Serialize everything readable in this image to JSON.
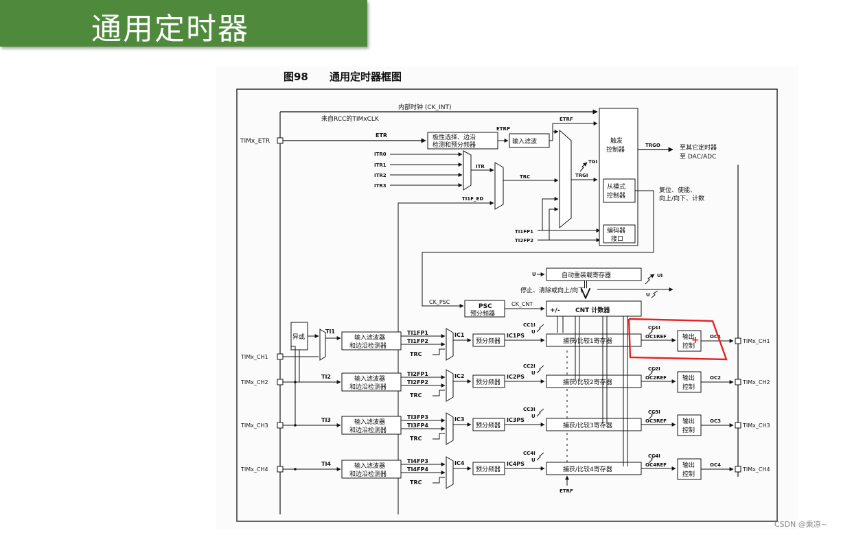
{
  "slide": {
    "title": "通用定时器",
    "accent_color": "#4f8a3c",
    "highlight_color": "#e8201f"
  },
  "figure": {
    "caption_number": "图98",
    "caption_title": "通用定时器框图"
  },
  "labels": {
    "ck_int": "内部时钟 (CK_INT)",
    "rcc": "来自RCC的TIMxCLK",
    "etr_pin": "TIMx_ETR",
    "etr": "ETR",
    "polarity_1": "极性选择、边沿",
    "polarity_2": "检测和预分频器",
    "etrp": "ETRP",
    "input_filter": "输入滤波",
    "etrf": "ETRF",
    "itr0": "ITR0",
    "itr1": "ITR1",
    "itr2": "ITR2",
    "itr3": "ITR3",
    "itr": "ITR",
    "trc": "TRC",
    "ti1f_ed": "TI1F_ED",
    "tgi": "TGI",
    "trgi": "TRGI",
    "ti1fp1": "TI1FP1",
    "ti2fp2": "TI2FP2",
    "trigger_ctrl_1": "触发",
    "trigger_ctrl_2": "控制器",
    "trgo": "TRGO",
    "trgo_dest_1": "至其它定时器",
    "trgo_dest_2": "至 DAC/ADC",
    "slave_ctrl_1": "从模式",
    "slave_ctrl_2": "控制器",
    "slave_desc_1": "复位、使能、",
    "slave_desc_2": "向上/向下、计数",
    "encoder_1": "编码器",
    "encoder_2": "接口",
    "u": "U",
    "ui": "UI",
    "auto_reload": "自动重装载寄存器",
    "stop_clear": "停止、清除或向上/向下",
    "ck_psc": "CK_PSC",
    "psc_1": "PSC",
    "psc_2": "预分频器",
    "ck_cnt": "CK_CNT",
    "cnt_sign": "+/-",
    "cnt": "CNT 计数器",
    "xor": "异或",
    "etrf_bottom": "ETRF"
  },
  "channels": [
    {
      "pin": "TIMx_CH1",
      "ti": "TI1",
      "filter_1": "输入滤波器",
      "filter_2": "和边沿检测器",
      "fpa": "TI1FP1",
      "fpb": "TI1FP2",
      "trc": "TRC",
      "ic": "IC1",
      "prescaler": "预分频器",
      "icps": "IC1PS",
      "cci": "CC1I",
      "u": "U",
      "ccr": "捕获/比较1寄存器",
      "ocref": "OC1REF",
      "out_1": "输出",
      "out_2": "控制",
      "oc": "OC1"
    },
    {
      "pin": "TIMx_CH2",
      "ti": "TI2",
      "filter_1": "输入滤波器",
      "filter_2": "和边沿检测器",
      "fpa": "TI2FP1",
      "fpb": "TI2FP2",
      "trc": "TRC",
      "ic": "IC2",
      "prescaler": "预分频器",
      "icps": "IC2PS",
      "cci": "CC2I",
      "u": "U",
      "ccr": "捕获/比较2寄存器",
      "ocref": "OC2REF",
      "out_1": "输出",
      "out_2": "控制",
      "oc": "OC2"
    },
    {
      "pin": "TIMx_CH3",
      "ti": "TI3",
      "filter_1": "输入滤波器",
      "filter_2": "和边沿检测器",
      "fpa": "TI3FP3",
      "fpb": "TI3FP4",
      "trc": "TRC",
      "ic": "IC3",
      "prescaler": "预分频器",
      "icps": "IC3PS",
      "cci": "CC3I",
      "u": "U",
      "ccr": "捕获/比较3寄存器",
      "ocref": "OC3REF",
      "out_1": "输出",
      "out_2": "控制",
      "oc": "OC3"
    },
    {
      "pin": "TIMx_CH4",
      "ti": "TI4",
      "filter_1": "输入滤波器",
      "filter_2": "和边沿检测器",
      "fpa": "TI4FP3",
      "fpb": "TI4FP4",
      "trc": "TRC",
      "ic": "IC4",
      "prescaler": "预分频器",
      "icps": "IC4PS",
      "cci": "CC4I",
      "u": "U",
      "ccr": "捕获/比较4寄存器",
      "ocref": "OC4REF",
      "out_1": "输出",
      "out_2": "控制",
      "oc": "OC4"
    }
  ],
  "watermark": "CSDN @乘凉~"
}
